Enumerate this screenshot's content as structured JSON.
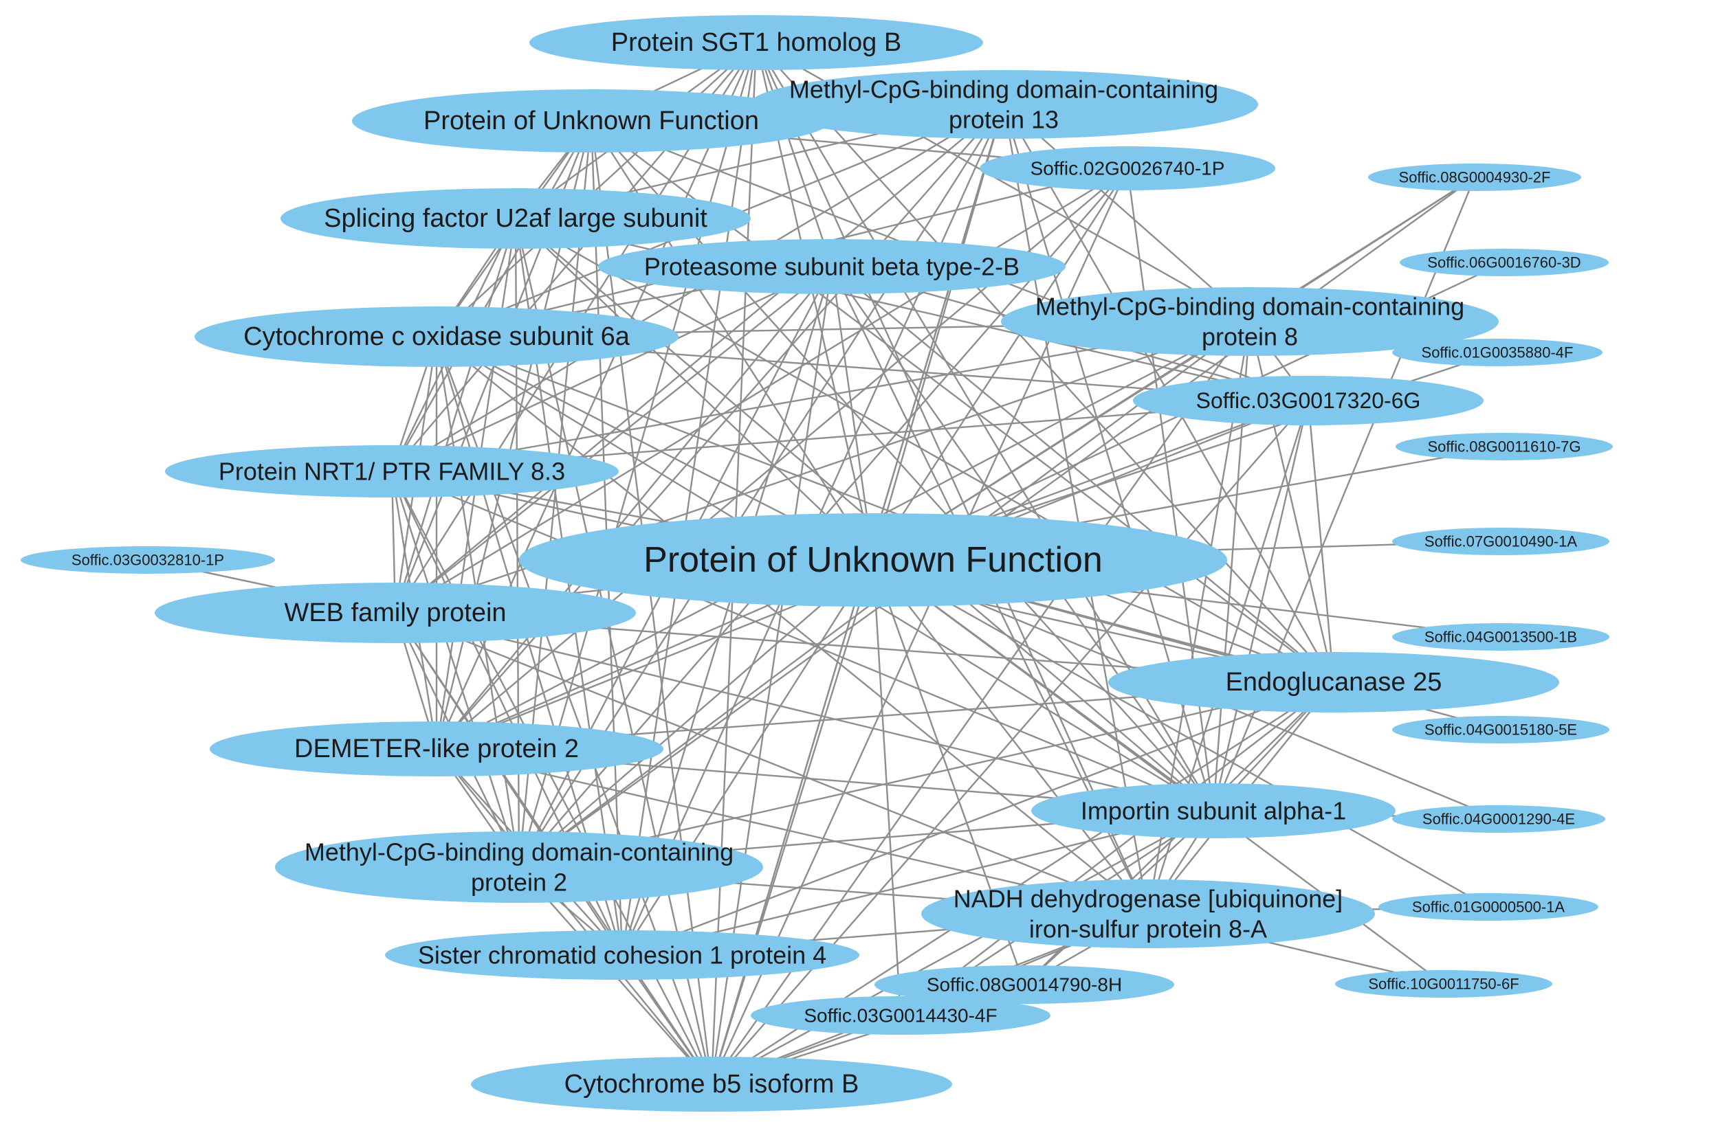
{
  "diagram": {
    "type": "protein-interaction-network",
    "colors": {
      "node_fill": "#7fc7ec",
      "edge": "#8e8e8e",
      "text": "#1a1a1a"
    },
    "hub": "hub",
    "nodes": [
      {
        "id": "hub",
        "lines": [
          "Protein of Unknown Function"
        ]
      },
      {
        "id": "sgt1",
        "lines": [
          "Protein SGT1 homolog B"
        ]
      },
      {
        "id": "puf2",
        "lines": [
          "Protein of Unknown Function"
        ]
      },
      {
        "id": "mbd13",
        "lines": [
          "Methyl-CpG-binding domain-containing",
          "protein 13"
        ]
      },
      {
        "id": "s02g",
        "lines": [
          "Soffic.02G0026740-1P"
        ]
      },
      {
        "id": "s08g49",
        "lines": [
          "Soffic.08G0004930-2F"
        ]
      },
      {
        "id": "u2af",
        "lines": [
          "Splicing factor U2af large subunit"
        ]
      },
      {
        "id": "psb2b",
        "lines": [
          "Proteasome subunit beta type-2-B"
        ]
      },
      {
        "id": "s06g",
        "lines": [
          "Soffic.06G0016760-3D"
        ]
      },
      {
        "id": "mbd8",
        "lines": [
          "Methyl-CpG-binding domain-containing",
          "protein 8"
        ]
      },
      {
        "id": "cox6a",
        "lines": [
          "Cytochrome c oxidase subunit 6a"
        ]
      },
      {
        "id": "s01g35",
        "lines": [
          "Soffic.01G0035880-4F"
        ]
      },
      {
        "id": "s03g17",
        "lines": [
          "Soffic.03G0017320-6G"
        ]
      },
      {
        "id": "s08g11",
        "lines": [
          "Soffic.08G0011610-7G"
        ]
      },
      {
        "id": "nrt1",
        "lines": [
          "Protein NRT1/ PTR FAMILY 8.3"
        ]
      },
      {
        "id": "s07g",
        "lines": [
          "Soffic.07G0010490-1A"
        ]
      },
      {
        "id": "s03g32",
        "lines": [
          "Soffic.03G0032810-1P"
        ]
      },
      {
        "id": "web",
        "lines": [
          "WEB family protein"
        ]
      },
      {
        "id": "s04g13",
        "lines": [
          "Soffic.04G0013500-1B"
        ]
      },
      {
        "id": "endo25",
        "lines": [
          "Endoglucanase 25"
        ]
      },
      {
        "id": "s04g15",
        "lines": [
          "Soffic.04G0015180-5E"
        ]
      },
      {
        "id": "dml2",
        "lines": [
          "DEMETER-like protein 2"
        ]
      },
      {
        "id": "imp1",
        "lines": [
          "Importin subunit alpha-1"
        ]
      },
      {
        "id": "s04g01",
        "lines": [
          "Soffic.04G0001290-4E"
        ]
      },
      {
        "id": "mbd2",
        "lines": [
          "Methyl-CpG-binding domain-containing",
          "protein 2"
        ]
      },
      {
        "id": "nadh",
        "lines": [
          "NADH dehydrogenase [ubiquinone]",
          "iron-sulfur protein 8-A"
        ]
      },
      {
        "id": "s01g00",
        "lines": [
          "Soffic.01G0000500-1A"
        ]
      },
      {
        "id": "scc1",
        "lines": [
          "Sister chromatid cohesion 1 protein 4"
        ]
      },
      {
        "id": "s08g14",
        "lines": [
          "Soffic.08G0014790-8H"
        ]
      },
      {
        "id": "s10g",
        "lines": [
          "Soffic.10G0011750-6F"
        ]
      },
      {
        "id": "s03g14",
        "lines": [
          "Soffic.03G0014430-4F"
        ]
      },
      {
        "id": "cytb5",
        "lines": [
          "Cytochrome b5 isoform B"
        ]
      }
    ],
    "edges": [
      [
        "hub",
        "sgt1"
      ],
      [
        "hub",
        "puf2"
      ],
      [
        "hub",
        "mbd13"
      ],
      [
        "hub",
        "s02g"
      ],
      [
        "hub",
        "s08g49"
      ],
      [
        "hub",
        "u2af"
      ],
      [
        "hub",
        "psb2b"
      ],
      [
        "hub",
        "s06g"
      ],
      [
        "hub",
        "mbd8"
      ],
      [
        "hub",
        "cox6a"
      ],
      [
        "hub",
        "s01g35"
      ],
      [
        "hub",
        "s03g17"
      ],
      [
        "hub",
        "s08g11"
      ],
      [
        "hub",
        "nrt1"
      ],
      [
        "hub",
        "s07g"
      ],
      [
        "hub",
        "web"
      ],
      [
        "hub",
        "s04g13"
      ],
      [
        "hub",
        "endo25"
      ],
      [
        "hub",
        "s04g15"
      ],
      [
        "hub",
        "dml2"
      ],
      [
        "hub",
        "imp1"
      ],
      [
        "hub",
        "s04g01"
      ],
      [
        "hub",
        "mbd2"
      ],
      [
        "hub",
        "nadh"
      ],
      [
        "hub",
        "s01g00"
      ],
      [
        "hub",
        "scc1"
      ],
      [
        "hub",
        "s08g14"
      ],
      [
        "hub",
        "s10g"
      ],
      [
        "hub",
        "s03g14"
      ],
      [
        "hub",
        "cytb5"
      ],
      [
        "web",
        "s03g32"
      ],
      [
        "sgt1",
        "puf2"
      ],
      [
        "sgt1",
        "u2af"
      ],
      [
        "sgt1",
        "cox6a"
      ],
      [
        "sgt1",
        "nrt1"
      ],
      [
        "sgt1",
        "web"
      ],
      [
        "sgt1",
        "dml2"
      ],
      [
        "sgt1",
        "mbd2"
      ],
      [
        "sgt1",
        "cytb5"
      ],
      [
        "sgt1",
        "psb2b"
      ],
      [
        "sgt1",
        "mbd8"
      ],
      [
        "sgt1",
        "endo25"
      ],
      [
        "sgt1",
        "imp1"
      ],
      [
        "sgt1",
        "nadh"
      ],
      [
        "sgt1",
        "scc1"
      ],
      [
        "puf2",
        "u2af"
      ],
      [
        "puf2",
        "cox6a"
      ],
      [
        "puf2",
        "nrt1"
      ],
      [
        "puf2",
        "web"
      ],
      [
        "puf2",
        "dml2"
      ],
      [
        "puf2",
        "mbd2"
      ],
      [
        "puf2",
        "cytb5"
      ],
      [
        "puf2",
        "scc1"
      ],
      [
        "puf2",
        "s02g"
      ],
      [
        "puf2",
        "endo25"
      ],
      [
        "puf2",
        "imp1"
      ],
      [
        "puf2",
        "s03g17"
      ],
      [
        "mbd13",
        "cox6a"
      ],
      [
        "mbd13",
        "nrt1"
      ],
      [
        "mbd13",
        "web"
      ],
      [
        "mbd13",
        "dml2"
      ],
      [
        "mbd13",
        "mbd2"
      ],
      [
        "mbd13",
        "cytb5"
      ],
      [
        "mbd13",
        "endo25"
      ],
      [
        "mbd13",
        "imp1"
      ],
      [
        "mbd13",
        "nadh"
      ],
      [
        "mbd13",
        "scc1"
      ],
      [
        "mbd13",
        "u2af"
      ],
      [
        "mbd13",
        "mbd8"
      ],
      [
        "u2af",
        "cox6a"
      ],
      [
        "u2af",
        "nrt1"
      ],
      [
        "u2af",
        "web"
      ],
      [
        "u2af",
        "dml2"
      ],
      [
        "u2af",
        "mbd2"
      ],
      [
        "u2af",
        "cytb5"
      ],
      [
        "u2af",
        "endo25"
      ],
      [
        "u2af",
        "s03g17"
      ],
      [
        "u2af",
        "imp1"
      ],
      [
        "u2af",
        "scc1"
      ],
      [
        "psb2b",
        "cox6a"
      ],
      [
        "psb2b",
        "web"
      ],
      [
        "psb2b",
        "dml2"
      ],
      [
        "psb2b",
        "mbd2"
      ],
      [
        "psb2b",
        "cytb5"
      ],
      [
        "psb2b",
        "endo25"
      ],
      [
        "psb2b",
        "imp1"
      ],
      [
        "psb2b",
        "nadh"
      ],
      [
        "psb2b",
        "scc1"
      ],
      [
        "psb2b",
        "s03g17"
      ],
      [
        "psb2b",
        "nrt1"
      ],
      [
        "cox6a",
        "nrt1"
      ],
      [
        "cox6a",
        "web"
      ],
      [
        "cox6a",
        "dml2"
      ],
      [
        "cox6a",
        "mbd2"
      ],
      [
        "cox6a",
        "cytb5"
      ],
      [
        "cox6a",
        "mbd8"
      ],
      [
        "cox6a",
        "s03g17"
      ],
      [
        "cox6a",
        "endo25"
      ],
      [
        "cox6a",
        "imp1"
      ],
      [
        "cox6a",
        "nadh"
      ],
      [
        "cox6a",
        "scc1"
      ],
      [
        "nrt1",
        "web"
      ],
      [
        "nrt1",
        "dml2"
      ],
      [
        "nrt1",
        "mbd2"
      ],
      [
        "nrt1",
        "cytb5"
      ],
      [
        "nrt1",
        "mbd8"
      ],
      [
        "nrt1",
        "endo25"
      ],
      [
        "nrt1",
        "imp1"
      ],
      [
        "nrt1",
        "scc1"
      ],
      [
        "nrt1",
        "s03g17"
      ],
      [
        "web",
        "dml2"
      ],
      [
        "web",
        "mbd2"
      ],
      [
        "web",
        "cytb5"
      ],
      [
        "web",
        "endo25"
      ],
      [
        "web",
        "imp1"
      ],
      [
        "web",
        "nadh"
      ],
      [
        "web",
        "scc1"
      ],
      [
        "web",
        "mbd8"
      ],
      [
        "dml2",
        "mbd2"
      ],
      [
        "dml2",
        "cytb5"
      ],
      [
        "dml2",
        "endo25"
      ],
      [
        "dml2",
        "imp1"
      ],
      [
        "dml2",
        "nadh"
      ],
      [
        "dml2",
        "scc1"
      ],
      [
        "dml2",
        "mbd8"
      ],
      [
        "dml2",
        "s03g17"
      ],
      [
        "mbd2",
        "cytb5"
      ],
      [
        "mbd2",
        "endo25"
      ],
      [
        "mbd2",
        "imp1"
      ],
      [
        "mbd2",
        "nadh"
      ],
      [
        "mbd2",
        "scc1"
      ],
      [
        "mbd2",
        "mbd8"
      ],
      [
        "scc1",
        "cytb5"
      ],
      [
        "scc1",
        "nadh"
      ],
      [
        "scc1",
        "endo25"
      ],
      [
        "scc1",
        "imp1"
      ],
      [
        "mbd8",
        "endo25"
      ],
      [
        "mbd8",
        "imp1"
      ],
      [
        "mbd8",
        "nadh"
      ],
      [
        "mbd8",
        "cytb5"
      ],
      [
        "mbd8",
        "s03g17"
      ],
      [
        "mbd8",
        "s08g49"
      ],
      [
        "s03g17",
        "endo25"
      ],
      [
        "s03g17",
        "imp1"
      ],
      [
        "s03g17",
        "nadh"
      ],
      [
        "s03g17",
        "cytb5"
      ],
      [
        "endo25",
        "imp1"
      ],
      [
        "endo25",
        "nadh"
      ],
      [
        "endo25",
        "cytb5"
      ],
      [
        "endo25",
        "s08g14"
      ],
      [
        "endo25",
        "s03g14"
      ],
      [
        "imp1",
        "nadh"
      ],
      [
        "imp1",
        "cytb5"
      ],
      [
        "imp1",
        "s04g01"
      ],
      [
        "imp1",
        "s08g14"
      ],
      [
        "imp1",
        "s03g14"
      ],
      [
        "nadh",
        "cytb5"
      ],
      [
        "nadh",
        "s08g14"
      ],
      [
        "nadh",
        "s03g14"
      ],
      [
        "nadh",
        "s01g00"
      ],
      [
        "nadh",
        "s10g"
      ],
      [
        "cytb5",
        "s08g14"
      ],
      [
        "cytb5",
        "s03g14"
      ],
      [
        "cytb5",
        "s02g"
      ],
      [
        "cytb5",
        "mbd13"
      ],
      [
        "s02g",
        "imp1"
      ],
      [
        "s02g",
        "mbd2"
      ],
      [
        "s02g",
        "cox6a"
      ],
      [
        "s02g",
        "web"
      ],
      [
        "s02g",
        "dml2"
      ],
      [
        "s08g49",
        "imp1"
      ],
      [
        "s08g49",
        "mbd2"
      ]
    ]
  }
}
